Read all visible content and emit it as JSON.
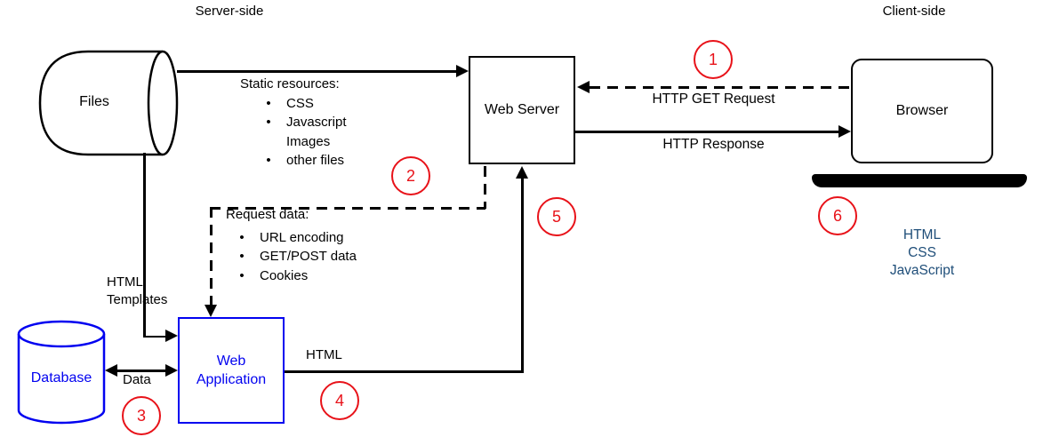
{
  "regions": {
    "server_side": "Server-side",
    "client_side": "Client-side"
  },
  "nodes": {
    "files": "Files",
    "web_server": "Web Server",
    "browser": "Browser",
    "database": "Database",
    "web_app_line1": "Web",
    "web_app_line2": "Application"
  },
  "edges": {
    "static_resources": {
      "title": "Static resources:",
      "items": [
        {
          "bullet": "•",
          "text": "CSS"
        },
        {
          "bullet": "•",
          "text": "Javascript"
        },
        {
          "bullet": "",
          "text": "Images"
        },
        {
          "bullet": "•",
          "text": "other files"
        }
      ]
    },
    "request_data": {
      "title": "Request data:",
      "items": [
        {
          "bullet": "•",
          "text": "URL encoding"
        },
        {
          "bullet": "•",
          "text": "GET/POST data"
        },
        {
          "bullet": "•",
          "text": "Cookies"
        }
      ]
    },
    "http_get_request": "HTTP GET Request",
    "http_response": "HTTP Response",
    "html_templates_line1": "HTML",
    "html_templates_line2": "Templates",
    "data": "Data",
    "html": "HTML"
  },
  "client_tech": {
    "line1": "HTML",
    "line2": "CSS",
    "line3": "JavaScript"
  },
  "markers": {
    "m1": "1",
    "m2": "2",
    "m3": "3",
    "m4": "4",
    "m5": "5",
    "m6": "6"
  },
  "colors": {
    "node_blue": "#0202f0",
    "client_tech_blue": "#1f4e79",
    "marker_red": "#e81219",
    "line_black": "#000000"
  }
}
